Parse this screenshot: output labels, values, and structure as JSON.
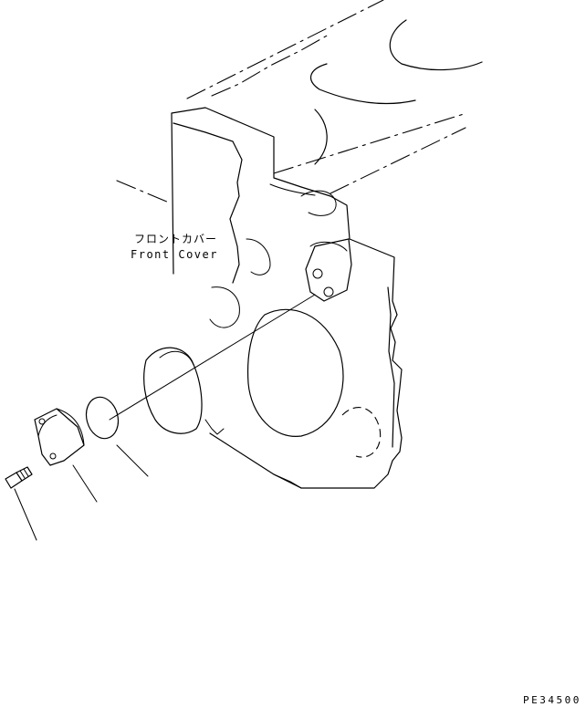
{
  "labels": {
    "part_name_jp": "フロントカバー",
    "part_name_en": "Front Cover",
    "drawing_code": "PE34500"
  },
  "colors": {
    "line": "#000000",
    "background": "#ffffff"
  }
}
